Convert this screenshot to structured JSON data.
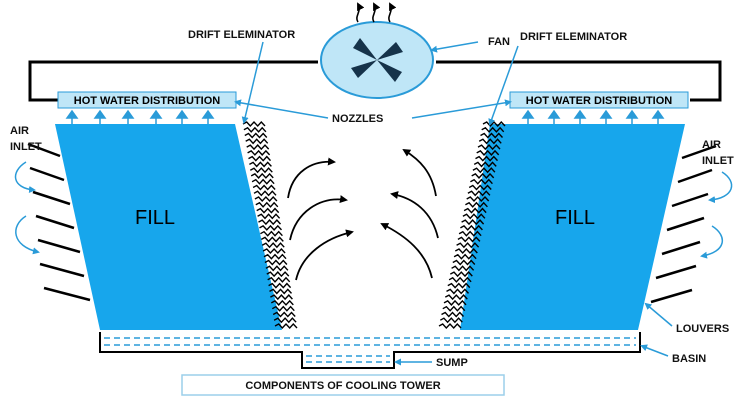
{
  "labels": {
    "fan": "FAN",
    "drift_left": "DRIFT ELEMINATOR",
    "drift_right": "DRIFT ELEMINATOR",
    "hot_water_left": "HOT WATER DISTRIBUTION",
    "hot_water_right": "HOT WATER DISTRIBUTION",
    "nozzles": "NOZZLES",
    "air_inlet_left": [
      "AIR",
      "INLET"
    ],
    "air_inlet_right": [
      "AIR",
      "INLET"
    ],
    "fill_left": "FILL",
    "fill_right": "FILL",
    "louvers": "LOUVERS",
    "basin": "BASIN",
    "sump": "SUMP"
  },
  "caption": "COMPONENTS OF COOLING TOWER",
  "colors": {
    "fill": "#17A6EC",
    "distribution": "#BFE6F7",
    "fan_body": "#BFE6F7",
    "accent": "#2A9BD8",
    "outline": "#000000"
  }
}
